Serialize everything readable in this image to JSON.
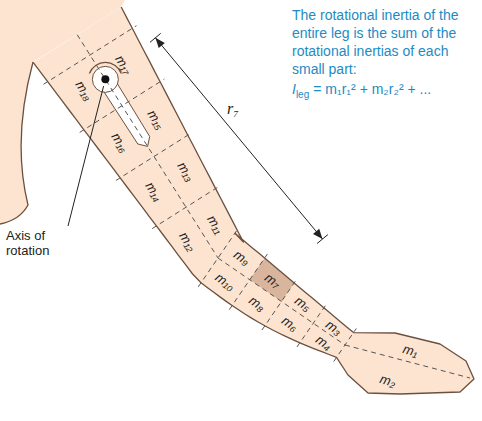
{
  "diagram": {
    "labels": [
      "The rotational inertia of the entire leg is the sum of the rotational inertias of each small part:",
      "I",
      "leg",
      "= m₁r₁² + m₂r₂² + ...",
      "r₇",
      "Axis of rotation",
      "m₁",
      "m₂",
      "m₃",
      "m₄",
      "m₅",
      "m₆",
      "m₇",
      "m₈",
      "m₉",
      "m₁₀",
      "m₁₁",
      "m₁₂",
      "m₁₃",
      "m₁₄",
      "m₁₅",
      "m₁₆",
      "m₁₇",
      "m₁₈"
    ]
  }
}
